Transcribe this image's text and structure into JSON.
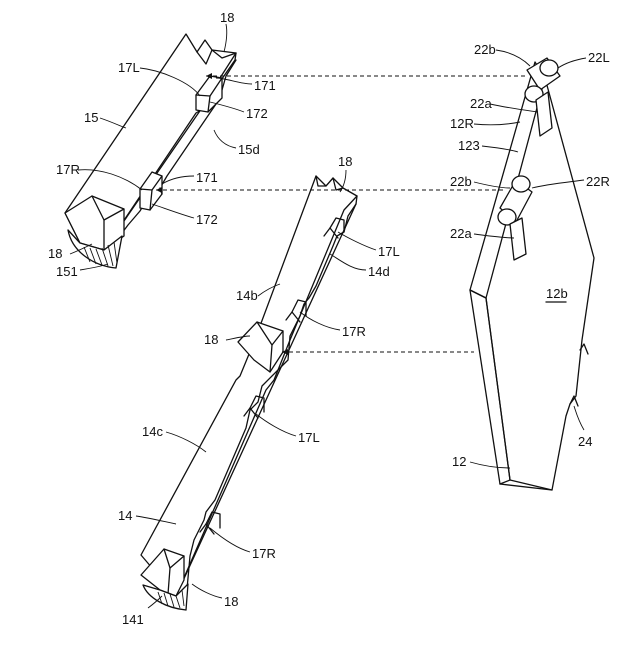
{
  "figure": {
    "labels": {
      "l18_top": "18",
      "l17L_a": "17L",
      "l171_a": "171",
      "l15": "15",
      "l172_a": "172",
      "l15d": "15d",
      "l17R_a": "17R",
      "l171_b": "171",
      "l172_b": "172",
      "l18_a": "18",
      "l151": "151",
      "l18_b": "18",
      "l17L_b": "17L",
      "l14b": "14b",
      "l14d": "14d",
      "l18_c": "18",
      "l17R_b": "17R",
      "l14c": "14c",
      "l17L_c": "17L",
      "l14": "14",
      "l17R_c": "17R",
      "l141": "141",
      "l18_d": "18",
      "l22b_a": "22b",
      "l22L": "22L",
      "l22a_a": "22a",
      "l12R": "12R",
      "l123": "123",
      "l22b_b": "22b",
      "l22R": "22R",
      "l22a_b": "22a",
      "l12b": "12b",
      "l24": "24",
      "l12": "12"
    }
  }
}
